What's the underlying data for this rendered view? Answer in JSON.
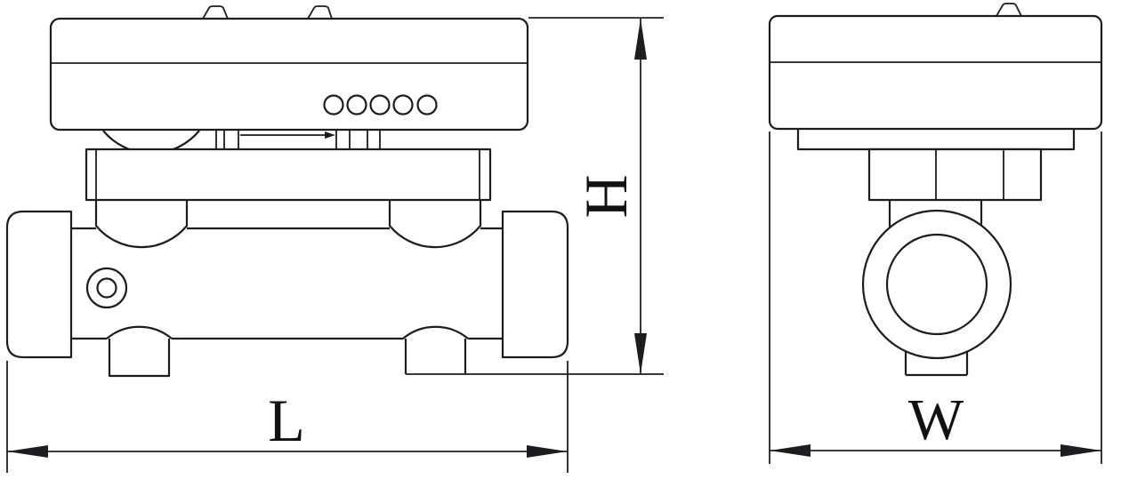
{
  "drawing": {
    "kind": "technical dimensional drawing, two orthographic views of a pipe-mounted meter",
    "dimensions": {
      "length_label": "L",
      "height_label": "H",
      "width_label": "W"
    },
    "colors": {
      "line": "#1c1c21",
      "background": "#ffffff"
    }
  }
}
